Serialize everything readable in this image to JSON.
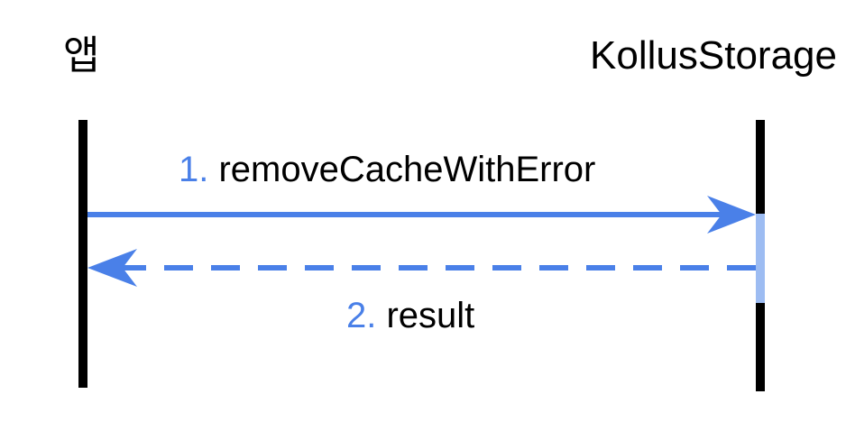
{
  "actors": {
    "app": "앱",
    "storage": "KollusStorage"
  },
  "messages": [
    {
      "number": "1.",
      "label": "removeCacheWithError",
      "style": "solid",
      "direction": "app-to-storage"
    },
    {
      "number": "2.",
      "label": "result",
      "style": "dashed",
      "direction": "storage-to-app"
    }
  ],
  "colors": {
    "arrow": "#4a80e8",
    "activation": "#9dbcf2",
    "lifeline": "#000000",
    "number": "#4a80e8"
  }
}
